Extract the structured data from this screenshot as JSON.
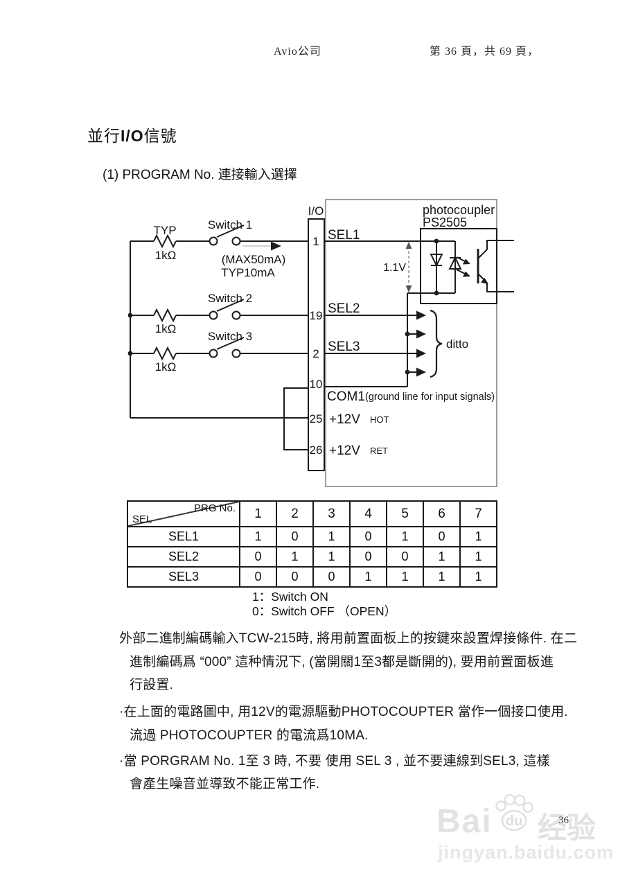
{
  "page": {
    "header_left": "Avio公司",
    "header_right": "第 36 頁，共 69 頁，",
    "title": {
      "pre": "並行",
      "io": "I/O",
      "post": "信號"
    },
    "subtitle": "(1)  PROGRAM  No.  連接輸入選擇",
    "page_number": "36"
  },
  "diagram": {
    "io_label": "I/O",
    "typ_label": "TYP",
    "resistor_value": "1kΩ",
    "switch1": "Switch 1",
    "switch2": "Switch 2",
    "switch3": "Switch 3",
    "max_current": "(MAX50mA)",
    "typ_current": "TYP10mA",
    "pins": [
      "1",
      "19",
      "2",
      "10",
      "25",
      "26"
    ],
    "sel1": "SEL1",
    "sel2": "SEL2",
    "sel3": "SEL3",
    "com1": "COM1",
    "com1_note": "(ground line for input signals)",
    "v12": "+12V",
    "hot": "HOT",
    "ret": "RET",
    "photocoupler_line1": "photocoupler",
    "photocoupler_line2": "PS2505",
    "voltage": "1.1V",
    "ditto": "ditto"
  },
  "table": {
    "corner_top": "PRG No.",
    "corner_bottom": "SEL",
    "columns": [
      "1",
      "2",
      "3",
      "4",
      "5",
      "6",
      "7"
    ],
    "rows": [
      {
        "label": "SEL1",
        "values": [
          "1",
          "0",
          "1",
          "0",
          "1",
          "0",
          "1"
        ]
      },
      {
        "label": "SEL2",
        "values": [
          "0",
          "1",
          "1",
          "0",
          "0",
          "1",
          "1"
        ]
      },
      {
        "label": "SEL3",
        "values": [
          "0",
          "0",
          "0",
          "1",
          "1",
          "1",
          "1"
        ]
      }
    ],
    "legend": [
      "1：Switch ON",
      "0：Switch OFF （OPEN）"
    ]
  },
  "body": {
    "lines": [
      "外部二進制編碼輸入TCW-215時, 將用前置面板上的按鍵來設置焊接條件. 在二",
      "進制編碼爲  “000”  這种情況下, (當開關1至3都是斷開的), 要用前置面板進",
      "行設置.",
      "·在上面的電路圖中, 用12V的電源驅動PHOTOCOUPTER 當作一個接口使用.",
      "流過 PHOTOCOUPTER 的電流爲10MA.",
      "·當 PORGRAM No. 1至 3 時, 不要 使用 SEL 3 , 並不要連線到SEL3, 這樣",
      "會產生噪音並導致不能正常工作."
    ]
  },
  "watermark": {
    "bai": "Bai",
    "du": "du",
    "cn": "经验",
    "url": "jingyan.baidu.com"
  }
}
